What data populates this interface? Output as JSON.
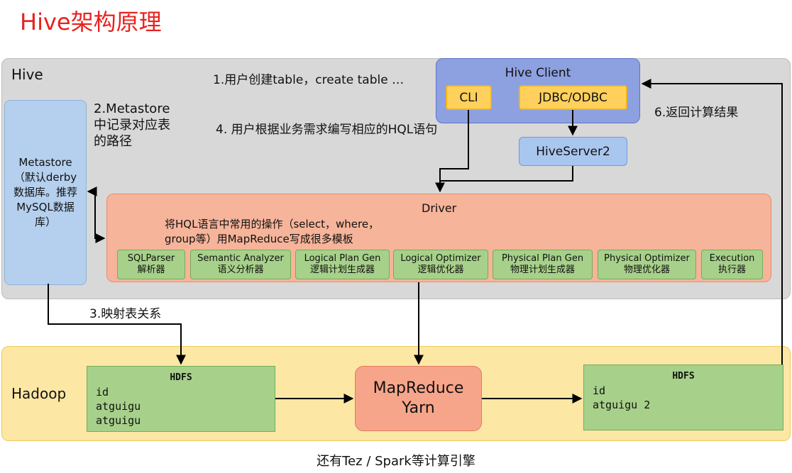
{
  "title": "Hive架构原理",
  "regions": {
    "hive": "Hive",
    "hadoop": "Hadoop"
  },
  "metastore": {
    "label": "Metastore（默认derby数据库。推荐MySQL数据库）"
  },
  "client": {
    "title": "Hive Client",
    "cli": "CLI",
    "jdbc": "JDBC/ODBC"
  },
  "hiveserver2": "HiveServer2",
  "driver": {
    "title": "Driver",
    "description": "将HQL语言中常用的操作（select，where，group等）用MapReduce写成很多模板",
    "components": [
      {
        "en": "SQLParser",
        "zh": "解析器"
      },
      {
        "en": "Semantic Analyzer",
        "zh": "语义分析器"
      },
      {
        "en": "Logical Plan Gen",
        "zh": "逻辑计划生成器"
      },
      {
        "en": "Logical Optimizer",
        "zh": "逻辑优化器"
      },
      {
        "en": "Physical Plan Gen",
        "zh": "物理计划生成器"
      },
      {
        "en": "Physical Optimizer",
        "zh": "物理优化器"
      },
      {
        "en": "Execution",
        "zh": "执行器"
      }
    ]
  },
  "annotations": {
    "step1": "1.用户创建table，create table …",
    "step2": "2.Metastore中记录对应表的路径",
    "step3": "3.映射表关系",
    "step4": "4. 用户根据业务需求编写相应的HQL语句",
    "step6": "6.返回计算结果"
  },
  "hdfs_left": {
    "title": "HDFS",
    "lines": [
      "id",
      "atguigu",
      "atguigu"
    ]
  },
  "hdfs_right": {
    "title": "HDFS",
    "lines": [
      "id",
      "atguigu 2"
    ]
  },
  "mapreduce": {
    "line1": "MapReduce",
    "line2": "Yarn"
  },
  "footer": "还有Tez / Spark等计算引擎"
}
